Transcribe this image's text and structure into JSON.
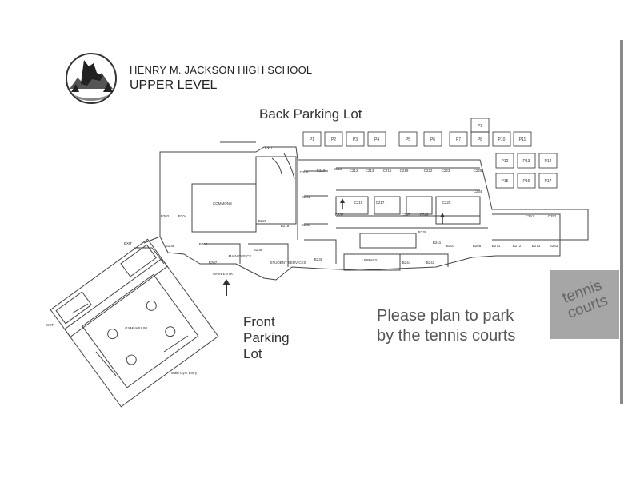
{
  "header": {
    "school_name": "HENRY M. JACKSON HIGH SCHOOL",
    "level": "UPPER LEVEL",
    "logo_icon": "wolf-mountain-logo"
  },
  "labels": {
    "back_parking": "Back Parking Lot",
    "front_parking_lines": [
      "Front",
      "Parking",
      "Lot"
    ],
    "notice_lines": [
      "Please plan to park",
      "by the tennis courts"
    ],
    "tennis_lines": [
      "tennis",
      "courts"
    ],
    "exit": "EXIT",
    "commons": "COMMONS",
    "gymnasium": "GYMNASIUM",
    "main_entry": "MAIN ENTRY",
    "main_office": "MAIN OFFICE",
    "student_services": "STUDENT SERVICES",
    "library": "LIBRARY",
    "main_gym_entry": "Main Gym Entry"
  },
  "parking_stalls_row1": [
    "P1",
    "P2",
    "P3",
    "P4",
    "P5",
    "P6",
    "P7",
    "P8",
    "P10",
    "P11"
  ],
  "parking_stall_p9": "P9",
  "parking_stalls_grid": [
    "P12",
    "P13",
    "P14",
    "P15",
    "P16",
    "P17"
  ],
  "rooms_upper_row": [
    "C209",
    "C210",
    "C211",
    "C212",
    "C213",
    "C216",
    "C219",
    "C222",
    "C223",
    "C229"
  ],
  "rooms_middle": [
    "C201",
    "C215",
    "C217",
    "C247",
    "C246",
    "C225",
    "C232",
    "C234",
    "C235",
    "C251",
    "C252"
  ],
  "rooms_lower": [
    "B202",
    "B204",
    "B205",
    "B206",
    "B207",
    "B208",
    "B218",
    "B220",
    "B236",
    "B239",
    "B241",
    "B244",
    "B242",
    "B261",
    "B266",
    "B271",
    "B272",
    "B273",
    "B283"
  ],
  "colors": {
    "tennis_fill": "#a6a6a6",
    "line": "#444444",
    "scrollbar": "#8a8a8a"
  }
}
